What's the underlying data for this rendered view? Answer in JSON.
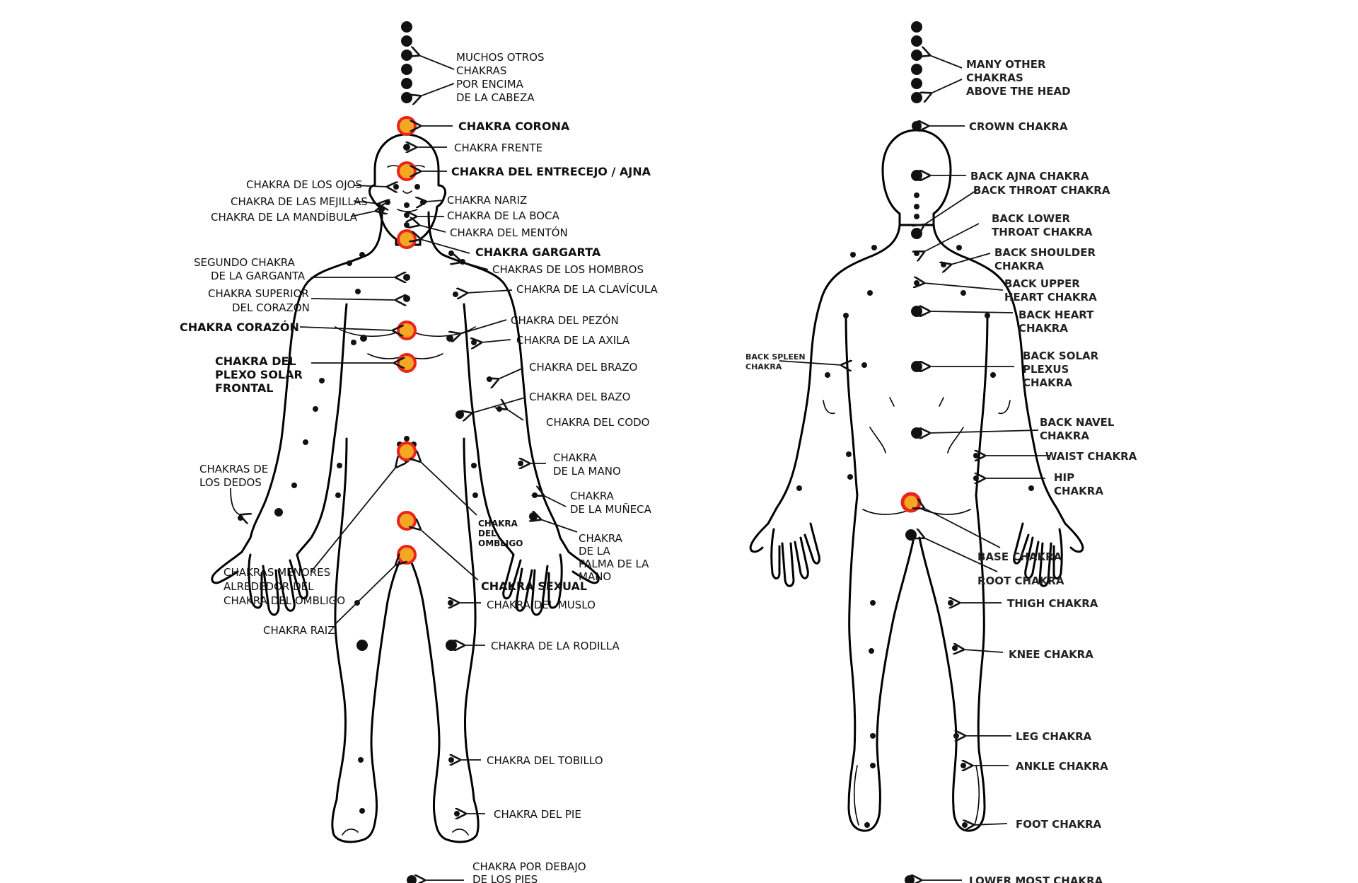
{
  "colors": {
    "major": "#f5a623",
    "ring": "#e8241c",
    "dot": "#111111",
    "line": "#000000"
  },
  "front": {
    "labels": {
      "many": [
        "MUCHOS OTROS",
        "CHAKRAS",
        "POR ENCIMA",
        "DE LA CABEZA"
      ],
      "corona": "CHAKRA CORONA",
      "frente": "CHAKRA FRENTE",
      "ajna": "CHAKRA DEL ENTRECEJO / AJNA",
      "ojos": "CHAKRA DE LOS OJOS",
      "nariz": "CHAKRA NARIZ",
      "mejillas": "CHAKRA DE LAS MEJILLAS",
      "boca": "CHAKRA DE LA BOCA",
      "mandibula": "CHAKRA DE LA MANDÍBULA",
      "menton": "CHAKRA DEL MENTÓN",
      "gargarta": "CHAKRA GARGARTA",
      "segundo": [
        "SEGUNDO CHAKRA",
        "DE LA GARGANTA"
      ],
      "hombros": "CHAKRAS DE LOS HOMBROS",
      "superior": [
        "CHAKRA SUPERIOR",
        "DEL CORAZÓN"
      ],
      "clavicula": "CHAKRA DE LA CLAVÍCULA",
      "pezon": "CHAKRA DEL PEZÓN",
      "corazon": "CHAKRA CORAZÓN",
      "axila": "CHAKRA DE LA AXILA",
      "plexo": [
        "CHAKRA DEL",
        "PLEXO SOLAR",
        "FRONTAL"
      ],
      "brazo": "CHAKRA DEL BRAZO",
      "bazo": "CHAKRA DEL BAZO",
      "codo": "CHAKRA DEL CODO",
      "mano": [
        "CHAKRA",
        "DE LA MANO"
      ],
      "dedos": [
        "CHAKRAS DE",
        "LOS DEDOS"
      ],
      "muneca": [
        "CHAKRA",
        "DE LA MUÑECA"
      ],
      "ombligo": [
        "CHAKRA",
        "DEL",
        "OMBLIGO"
      ],
      "palma": [
        "CHAKRA",
        "DE LA",
        "PALMA DE LA",
        "MANO"
      ],
      "menores": [
        "CHAKRAS MENORES",
        "ALREDEDOR DEL",
        "CHAKRA DEL OMBLIGO"
      ],
      "sexual": "CHAKRA SEXUAL",
      "muslo": "CHAKRA DEL MUSLO",
      "raiz": "CHAKRA RAIZ",
      "rodilla": "CHAKRA DE LA RODILLA",
      "tobillo": "CHAKRA DEL TOBILLO",
      "pie": "CHAKRA DEL PIE",
      "debajo": [
        "CHAKRA POR DEBAJO",
        "DE LOS PIES"
      ]
    }
  },
  "back": {
    "labels": {
      "many": [
        "MANY OTHER",
        "CHAKRAS",
        "ABOVE THE HEAD"
      ],
      "crown": "CROWN CHAKRA",
      "ajna": "BACK AJNA CHAKRA",
      "throat": "BACK THROAT CHAKRA",
      "lower_throat": [
        "BACK LOWER",
        "THROAT CHAKRA"
      ],
      "shoulder": [
        "BACK SHOULDER",
        "CHAKRA"
      ],
      "upper_heart": [
        "BACK UPPER",
        "HEART CHAKRA"
      ],
      "heart": [
        "BACK HEART",
        "CHAKRA"
      ],
      "spleen": [
        "BACK SPLEEN",
        "CHAKRA"
      ],
      "solar": [
        "BACK SOLAR",
        "PLEXUS",
        "CHAKRA"
      ],
      "navel": [
        "BACK NAVEL",
        "CHAKRA"
      ],
      "waist": "WAIST CHAKRA",
      "hip": [
        "HIP",
        "CHAKRA"
      ],
      "base": "BASE CHAKRA",
      "root": "ROOT CHAKRA",
      "thigh": "THIGH CHAKRA",
      "knee": "KNEE CHAKRA",
      "leg": "LEG CHAKRA",
      "ankle": "ANKLE CHAKRA",
      "foot": "FOOT CHAKRA",
      "lower_most": "LOWER MOST CHAKRA"
    }
  }
}
